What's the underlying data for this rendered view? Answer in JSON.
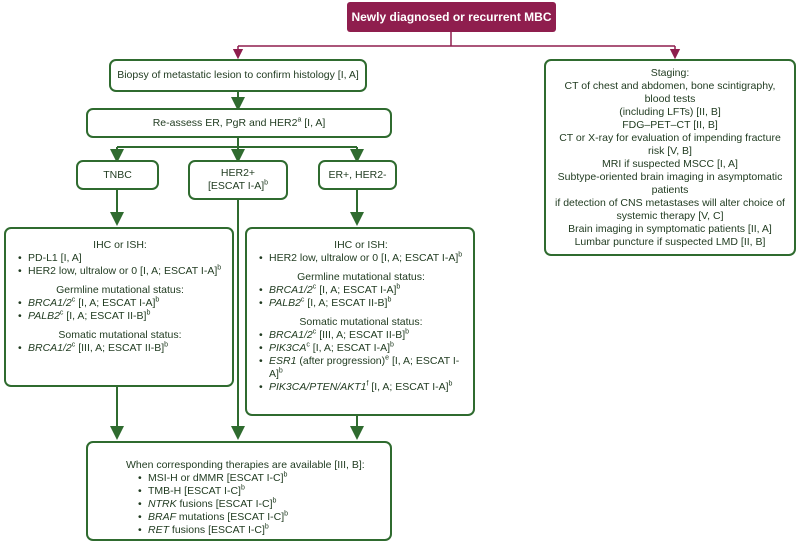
{
  "top": "Newly diagnosed or recurrent MBC",
  "biopsy": "Biopsy of metastatic lesion to confirm histology [I, A]",
  "reassess": {
    "main": "Re-assess ER, PgR and HER2",
    "sup": "a",
    "tail": " [I, A]"
  },
  "tnbc": "TNBC",
  "her2pos": {
    "line1": "HER2+",
    "line2": "[ESCAT I-A]",
    "sup": "b"
  },
  "erpos": "ER+, HER2-",
  "staging": {
    "heading": "Staging:",
    "lines": [
      "CT of chest and abdomen, bone scintigraphy, blood tests",
      "(including LFTs) [II, B]",
      "FDG–PET–CT [II, B]",
      "CT or X-ray for evaluation of impending fracture risk [V, B]",
      "MRI if suspected MSCC [I, A]",
      "Subtype-oriented brain imaging in asymptomatic patients",
      "if detection of CNS metastases will alter choice of",
      "systemic therapy [V, C]",
      "Brain imaging in symptomatic patients [II, A]",
      "Lumbar puncture if suspected LMD [II, B]"
    ]
  },
  "left_box": {
    "ihc_heading": "IHC or ISH:",
    "ihc_items": [
      {
        "text": "PD-L1 [I, A]"
      },
      {
        "text": "HER2 low, ultralow or 0 [I, A; ESCAT I-A]",
        "sup": "b"
      }
    ],
    "germline_heading": "Germline mutational status:",
    "germline_items": [
      {
        "gene": "BRCA1/2",
        "gsup": "c",
        "text": " [I, A; ESCAT I-A]",
        "sup": "b"
      },
      {
        "gene": "PALB2",
        "gsup": "c",
        "text": " [I, A; ESCAT II-B]",
        "sup": "b"
      }
    ],
    "somatic_heading": "Somatic mutational status:",
    "somatic_items": [
      {
        "gene": "BRCA1/2",
        "gsup": "c",
        "text": " [III, A; ESCAT II-B]",
        "sup": "b"
      }
    ]
  },
  "right_box": {
    "ihc_heading": "IHC or ISH:",
    "ihc_items": [
      {
        "text": "HER2 low, ultralow or 0 [I, A; ESCAT I-A]",
        "sup": "b"
      }
    ],
    "germline_heading": "Germline mutational status:",
    "germline_items": [
      {
        "gene": "BRCA1/2",
        "gsup": "c",
        "text": " [I, A; ESCAT I-A]",
        "sup": "b"
      },
      {
        "gene": "PALB2",
        "gsup": "c",
        "text": " [I, A; ESCAT II-B]",
        "sup": "b"
      }
    ],
    "somatic_heading": "Somatic mutational status:",
    "somatic_items": [
      {
        "gene": "BRCA1/2",
        "gsup": "c",
        "text": " [III, A; ESCAT II-B]",
        "sup": "b"
      },
      {
        "gene": "PIK3CA",
        "gsup": "c",
        "text": " [I, A; ESCAT I-A]",
        "sup": "b"
      },
      {
        "gene": "ESR1",
        "gsup": "",
        "text": " (after progression)",
        "sup2": "e",
        "text2": " [I, A; ESCAT I-A]",
        "sup": "b"
      },
      {
        "gene": "PIK3CA/PTEN/AKT1",
        "gsup": "f",
        "text": " [I, A; ESCAT I-A]",
        "sup": "b"
      }
    ]
  },
  "bottom_box": {
    "heading": "When corresponding therapies are available [III, B]:",
    "items": [
      {
        "gene": "",
        "text": "MSI-H or dMMR [ESCAT I-C]",
        "sup": "b"
      },
      {
        "gene": "",
        "text": "TMB-H [ESCAT I-C]",
        "sup": "b"
      },
      {
        "gene": "NTRK",
        "text": " fusions [ESCAT I-C]",
        "sup": "b"
      },
      {
        "gene": "BRAF",
        "text": " mutations [ESCAT I-C]",
        "sup": "b"
      },
      {
        "gene": "RET",
        "text": " fusions [ESCAT I-C]",
        "sup": "b"
      }
    ]
  },
  "colors": {
    "green": "#2f6b2f",
    "maroon": "#8f1e4e"
  }
}
